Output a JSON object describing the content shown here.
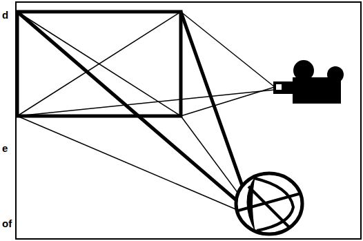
{
  "diagram": {
    "labels": [
      "d",
      "e",
      "of"
    ]
  }
}
